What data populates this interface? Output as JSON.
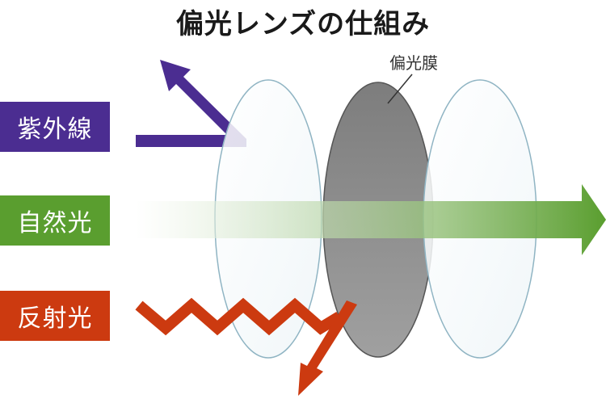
{
  "title": "偏光レンズの仕組み",
  "membrane_label": "偏光膜",
  "labels": {
    "uv": "紫外線",
    "natural": "自然光",
    "reflected": "反射光"
  },
  "colors": {
    "uv": "#4b2d91",
    "natural": "#5a9e2f",
    "reflected": "#cc3a10",
    "lens_fill": "#eef5f8",
    "lens_edge": "#8fb4c3",
    "membrane_fill": "#8a8a8a",
    "membrane_edge": "#555555"
  }
}
